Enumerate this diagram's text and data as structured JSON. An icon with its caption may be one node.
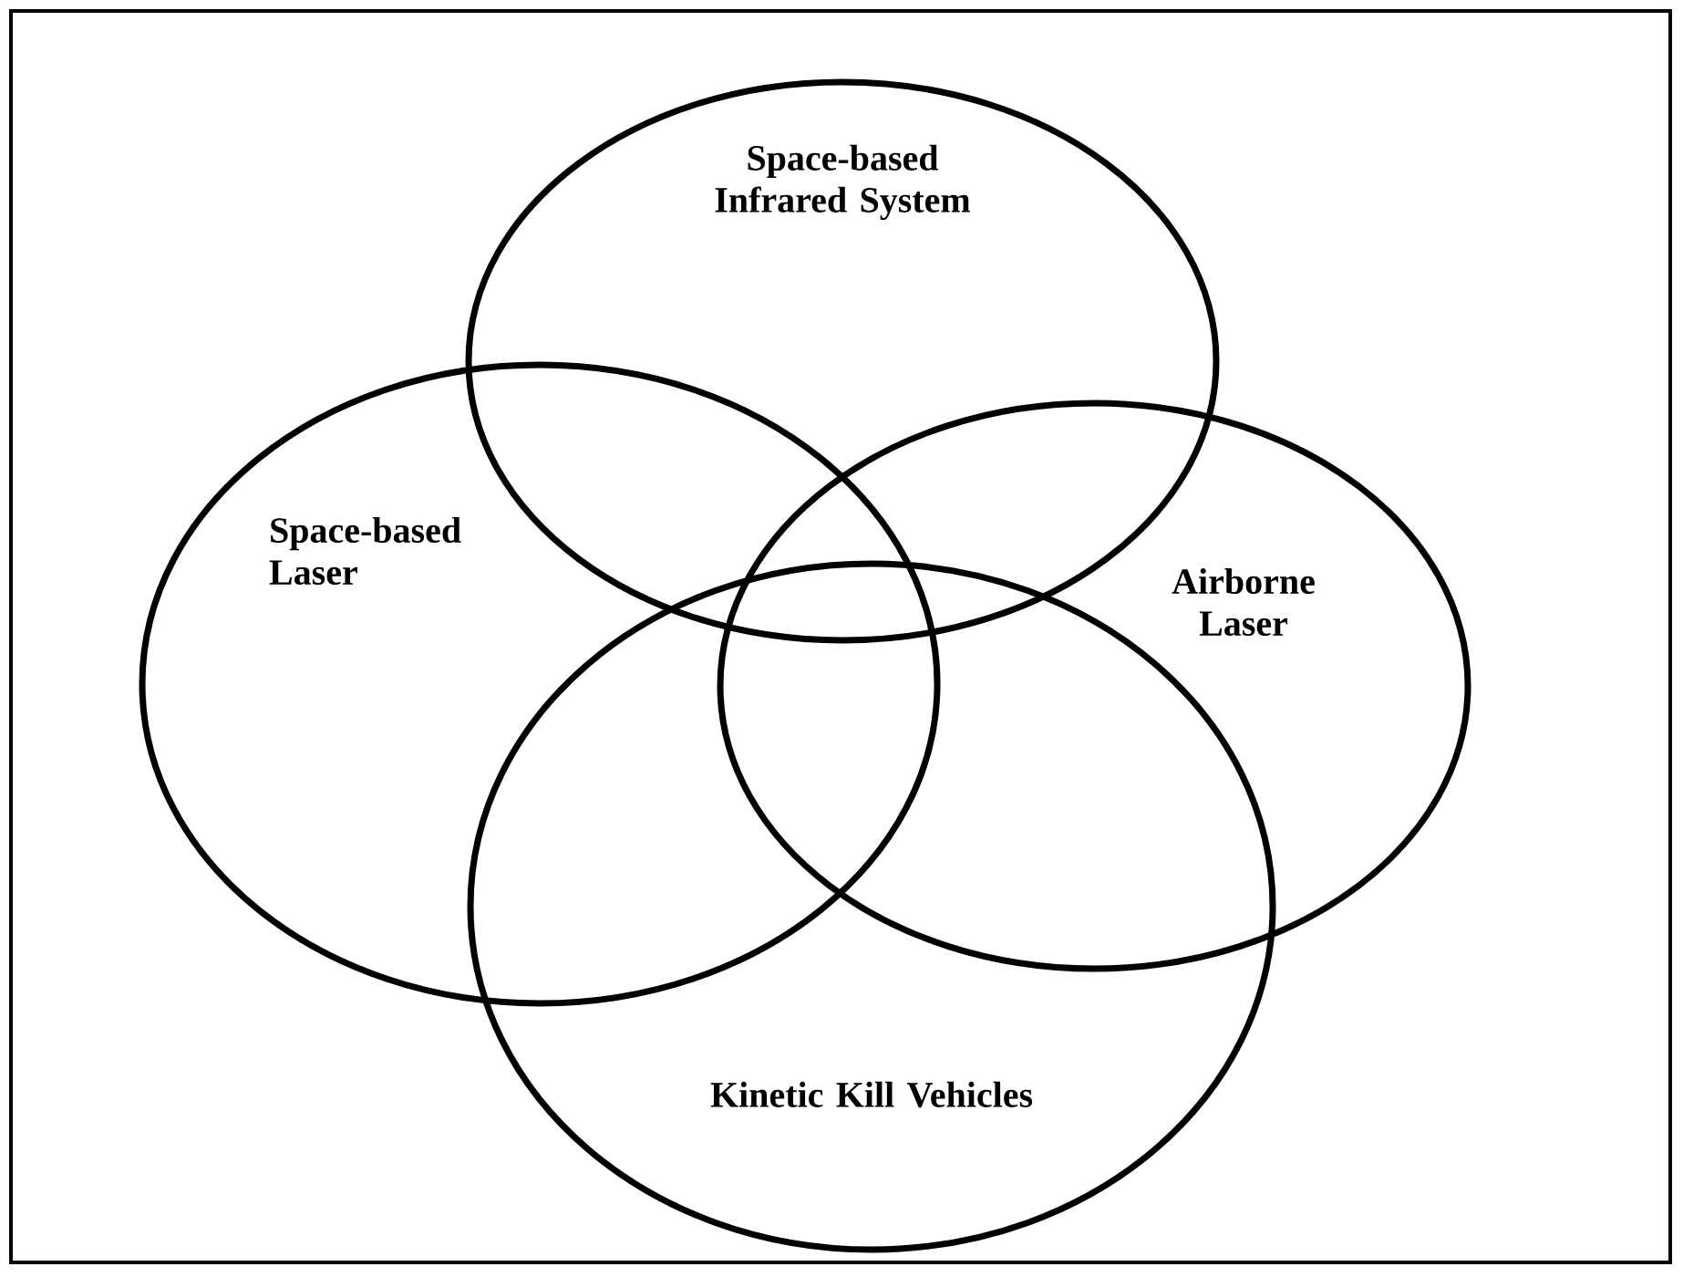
{
  "diagram": {
    "nodes": [
      {
        "text": [
          "Space-based Infrared System"
        ]
      },
      {
        "text": [
          "Space-based Laser"
        ]
      },
      {
        "text": [
          "Airborne Laser"
        ]
      },
      {
        "text": [
          "Kinetic Kill Vehicles"
        ]
      }
    ],
    "edges": []
  }
}
